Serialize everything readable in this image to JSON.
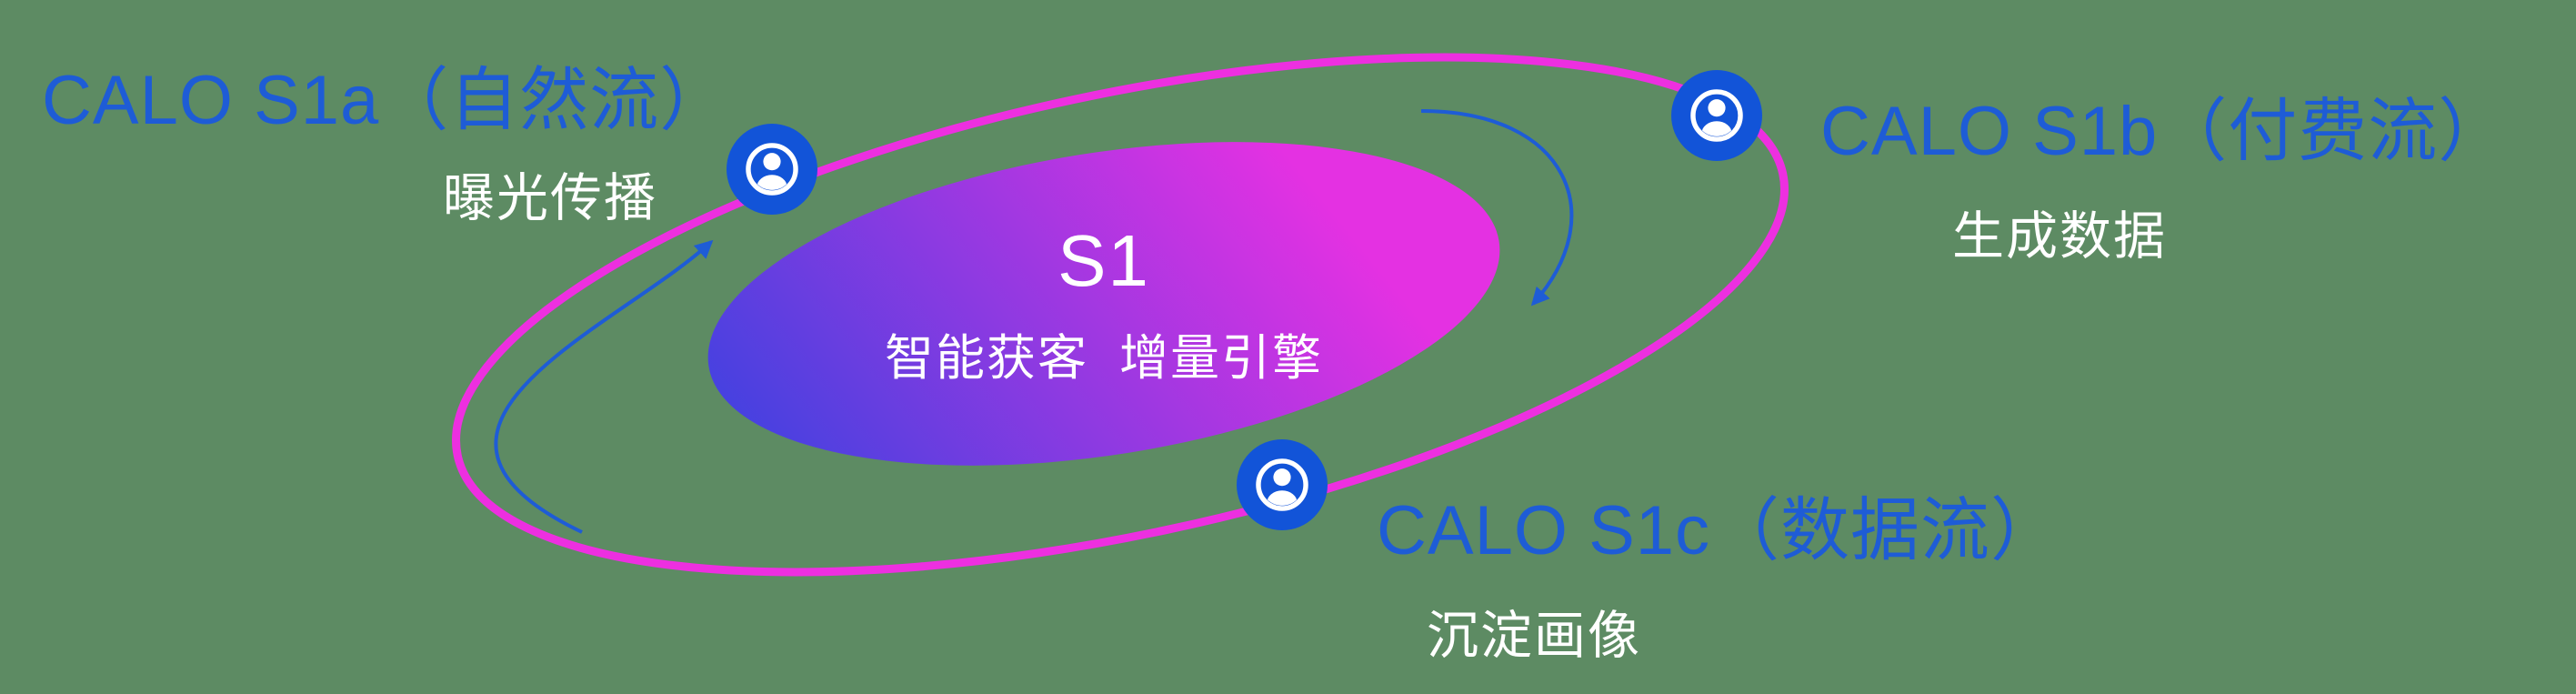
{
  "diagram": {
    "background_color": "#5D8B63",
    "orbit_color": "#ED2FE0",
    "arrow_color": "#1E5CD6",
    "label_color": "#1E5CD6",
    "icon_color": "#1254D8",
    "center": {
      "title": "S1",
      "subtitle": "智能获客  增量引擎",
      "gradient_start": "#4741E0",
      "gradient_end": "#E431E2"
    },
    "nodes": [
      {
        "id": "s1a",
        "label": "CALO S1a（自然流）",
        "sublabel": "曝光传播",
        "icon": "user-circle-icon"
      },
      {
        "id": "s1b",
        "label": "CALO S1b（付费流）",
        "sublabel": "生成数据",
        "icon": "user-circle-icon"
      },
      {
        "id": "s1c",
        "label": "CALO S1c（数据流）",
        "sublabel": "沉淀画像",
        "icon": "user-circle-icon"
      }
    ]
  }
}
